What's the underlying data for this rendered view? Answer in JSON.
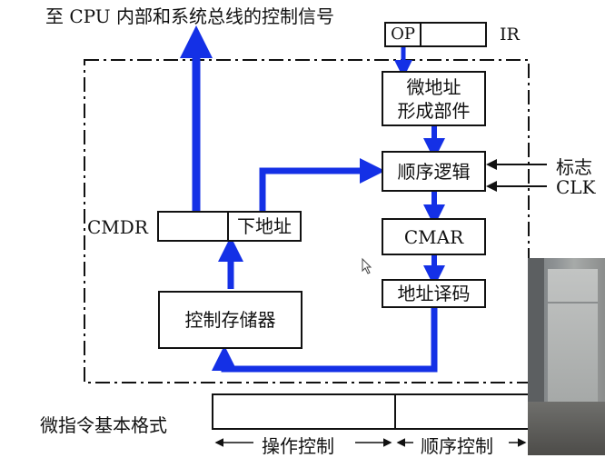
{
  "title": "至 CPU 内部和系统总线的控制信号",
  "ir": {
    "op": "OP",
    "label": "IR"
  },
  "micro_addr_unit": {
    "line1": "微地址",
    "line2": "形成部件"
  },
  "seq_logic": "顺序逻辑",
  "flag_label": "标志",
  "clk_label": "CLK",
  "cmar": "CMAR",
  "addr_decode": "地址译码",
  "cmdr_label": "CMDR",
  "next_addr": "下地址",
  "control_store": "控制存储器",
  "format": {
    "title": "微指令基本格式",
    "field1": "操作控制",
    "field2": "顺序控制"
  },
  "colors": {
    "bus": "#1430e6",
    "line": "#111111"
  }
}
